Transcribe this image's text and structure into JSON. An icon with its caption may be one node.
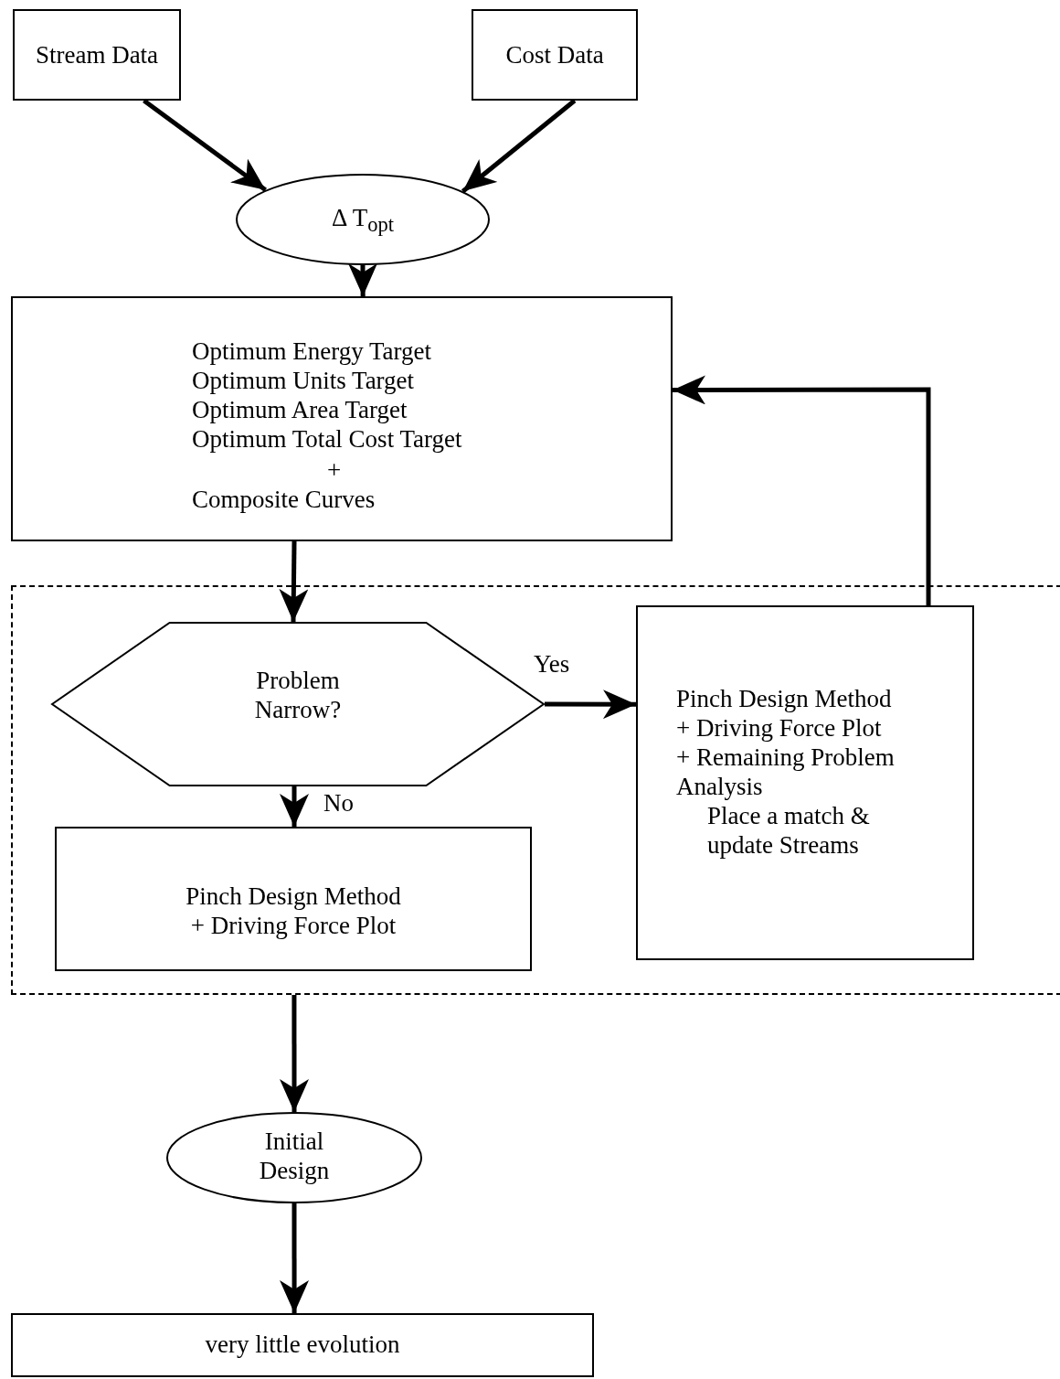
{
  "diagram": {
    "nodes": [
      {
        "text": [
          "Stream Data"
        ]
      },
      {
        "text": [
          "Cost Data"
        ]
      },
      {
        "text": [
          "Δ T$_{opt}$"
        ]
      },
      {
        "text": [
          "Optimum Energy Target",
          "Optimum Units Target",
          "Optimum Area Target",
          "Optimum Total Cost Target",
          "+",
          "Composite Curves"
        ]
      },
      {
        "text": [],
        "shape": "box"
      },
      {
        "text": [
          "Problem Narrow?"
        ],
        "in": 4
      },
      {
        "text": [
          "Pinch Design Method",
          "+ Driving Force Plot",
          "+ Remaining Problem Analysis",
          "Place a match & update Streams"
        ],
        "in": 4
      },
      {
        "text": [
          "Pinch Design Method",
          "+ Driving Force Plot"
        ],
        "in": 4
      },
      {
        "text": [
          "Initial Design"
        ]
      },
      {
        "text": [
          "very little evolution"
        ]
      }
    ],
    "edges": [
      {
        "from": 0,
        "to": 2,
        "arrow": "to"
      },
      {
        "from": 1,
        "to": 2,
        "arrow": "to"
      },
      {
        "from": 2,
        "to": 3,
        "arrow": "to"
      },
      {
        "from": 3,
        "to": 5,
        "arrow": "to"
      },
      {
        "from": 5,
        "to": 6,
        "label": "Yes",
        "arrow": "to"
      },
      {
        "from": 5,
        "to": 7,
        "label": "No",
        "arrow": "to"
      },
      {
        "from": 6,
        "to": 3,
        "arrow": "to"
      },
      {
        "from": 4,
        "to": 8,
        "arrow": "to"
      },
      {
        "from": 8,
        "to": 9,
        "arrow": "to"
      }
    ]
  }
}
